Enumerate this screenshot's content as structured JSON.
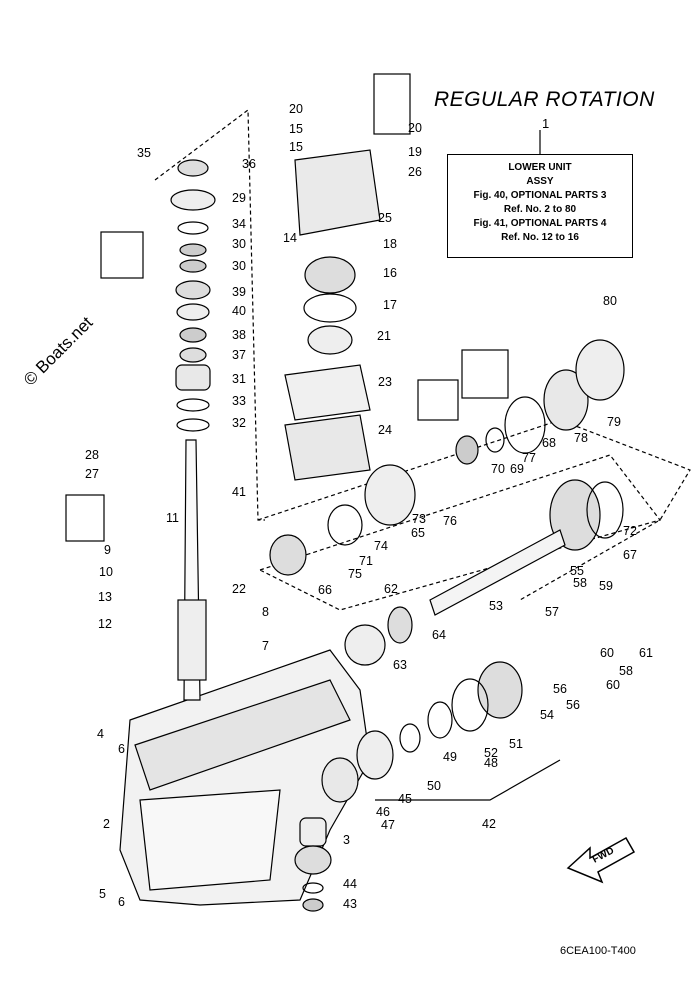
{
  "header": {
    "title": "REGULAR ROTATION"
  },
  "info_box": {
    "ref": "1",
    "line1": "LOWER UNIT",
    "line2": "ASSY",
    "line3": "Fig. 40, OPTIONAL PARTS 3",
    "line4": "Ref. No. 2 to 80",
    "line5": "Fig. 41, OPTIONAL PARTS 4",
    "line6": "Ref. No. 12 to 16"
  },
  "drawing_code": "6CEA100-T400",
  "fwd_label": "FWD",
  "watermark": "© Boats.net",
  "callouts": [
    "2",
    "3",
    "4",
    "5",
    "6",
    "6",
    "7",
    "8",
    "9",
    "10",
    "11",
    "12",
    "13",
    "14",
    "15",
    "15",
    "16",
    "17",
    "18",
    "19",
    "20",
    "20",
    "21",
    "22",
    "23",
    "24",
    "25",
    "26",
    "27",
    "28",
    "29",
    "30",
    "30",
    "31",
    "32",
    "33",
    "34",
    "35",
    "36",
    "37",
    "38",
    "39",
    "40",
    "41",
    "42",
    "43",
    "44",
    "45",
    "46",
    "47",
    "48",
    "49",
    "50",
    "51",
    "52",
    "53",
    "54",
    "55",
    "56",
    "56",
    "57",
    "58",
    "58",
    "59",
    "60",
    "60",
    "61",
    "62",
    "63",
    "64",
    "65",
    "66",
    "67",
    "68",
    "69",
    "70",
    "71",
    "72",
    "73",
    "74",
    "75",
    "76",
    "77",
    "78",
    "79",
    "80"
  ]
}
